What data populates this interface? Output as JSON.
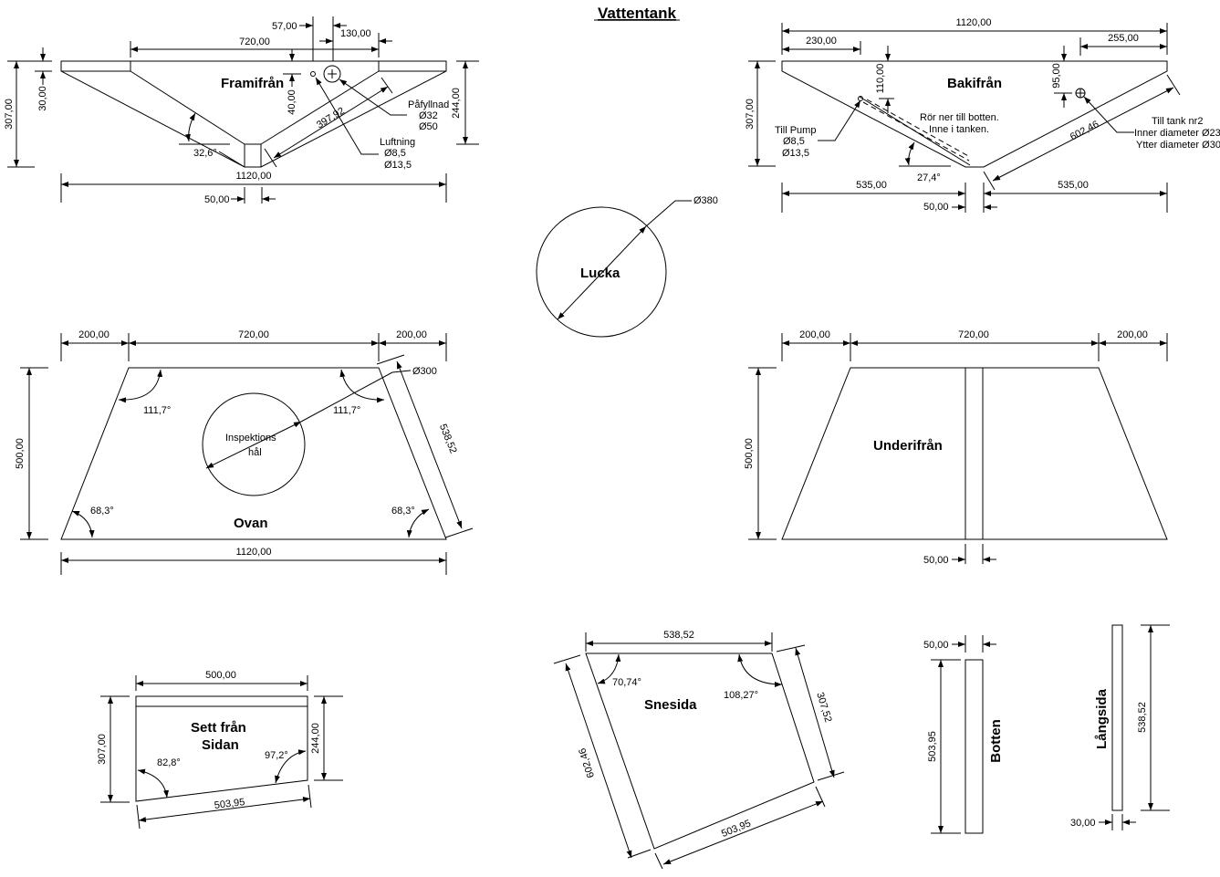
{
  "title": "Vattentank",
  "views": {
    "front": {
      "label": "Framifrån",
      "dims": {
        "top_inner": "720,00",
        "offset_57": "57,00",
        "offset_130": "130,00",
        "top_thickness": "30,00",
        "total_height": "307,00",
        "depth_40": "40,00",
        "right_height": "244,00",
        "slope_length": "397,92",
        "angle": "32,6°",
        "total_width": "1120,00",
        "bottom_width": "50,00"
      },
      "callouts": {
        "fill_label": "Påfyllnad",
        "fill_d1": "Ø32",
        "fill_d2": "Ø50",
        "vent_label": "Luftning",
        "vent_d1": "Ø8,5",
        "vent_d2": "Ø13,5"
      }
    },
    "back": {
      "label": "Bakifrån",
      "dims": {
        "total_width": "1120,00",
        "left_offset": "230,00",
        "right_offset": "255,00",
        "depth_110": "110,00",
        "depth_95": "95,00",
        "total_height": "307,00",
        "slope_length": "602,46",
        "angle": "27,4°",
        "left_half": "535,00",
        "right_half": "535,00",
        "bottom_width": "50,00"
      },
      "callouts": {
        "pump_label": "Till Pump",
        "pump_d1": "Ø8,5",
        "pump_d2": "Ø13,5",
        "pipe_note_1": "Rör ner till botten.",
        "pipe_note_2": "Inne i tanken.",
        "tank2_label": "Till tank nr2",
        "tank2_inner": "Inner diameter Ø23",
        "tank2_outer": "Ytter diameter Ø30"
      }
    },
    "hatch": {
      "label": "Lucka",
      "diameter": "Ø380"
    },
    "top": {
      "label": "Ovan",
      "hole_label_1": "Inspektions",
      "hole_label_2": "hål",
      "dims": {
        "left": "200,00",
        "middle": "720,00",
        "right": "200,00",
        "height": "500,00",
        "hole_diameter": "Ø300",
        "side_length": "538,52",
        "angle_top_left": "111,7°",
        "angle_top_right": "111,7°",
        "angle_bottom_left": "68,3°",
        "angle_bottom_right": "68,3°",
        "bottom": "1120,00"
      }
    },
    "bottom_view": {
      "label": "Underifrån",
      "dims": {
        "left": "200,00",
        "middle": "720,00",
        "right": "200,00",
        "height": "500,00",
        "strip_width": "50,00"
      }
    },
    "side": {
      "label_1": "Sett från",
      "label_2": "Sidan",
      "dims": {
        "width": "500,00",
        "left_height": "307,00",
        "right_height": "244,00",
        "angle_left": "82,8°",
        "angle_right": "97,2°",
        "bottom_length": "503,95"
      }
    },
    "oblique_side": {
      "label": "Snesida",
      "dims": {
        "top": "538,52",
        "angle_left": "70,74°",
        "angle_right": "108,27°",
        "right": "307,52",
        "left": "602,46",
        "bottom": "503,95"
      }
    },
    "bottom_part": {
      "label": "Botten",
      "dims": {
        "width": "50,00",
        "length": "503,95"
      }
    },
    "long_side": {
      "label": "Långsida",
      "dims": {
        "width": "30,00",
        "length": "538,52"
      }
    }
  }
}
